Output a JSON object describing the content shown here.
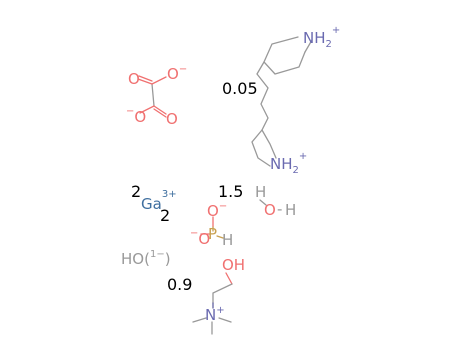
{
  "colors": {
    "oxygen": "#f07070",
    "nitrogen": "#6a6ab0",
    "phosphorus": "#c8a050",
    "hydrogen": "#999999",
    "gallium": "#3f6f9f",
    "bond": "#999999"
  },
  "labels": {
    "nh2_top": "NH",
    "nh2_top_sub": "2",
    "nh2_top_charge": "+",
    "nh2_bottom": "NH",
    "nh2_bottom_sub": "2",
    "nh2_bottom_charge": "+",
    "ox_o_top_right": "O",
    "ox_o_top_right_charge": "−",
    "ox_o_top_left": "O",
    "ox_o_bottom_left": "O",
    "ox_o_bottom_left_charge": "−",
    "ox_o_bottom_right": "O",
    "ga": "Ga",
    "ga_charge": "3+",
    "water_h_left": "H",
    "water_o": "O",
    "water_dash": "-",
    "water_h_right": "H",
    "phos_o_top": "O",
    "phos_o_top_charge": "−",
    "phos_o_left": "O",
    "phos_o_left_charge": "−",
    "phos_p": "P",
    "phos_h": "H",
    "hydroxide": "HO(",
    "hydroxide_charge": "1−",
    "hydroxide_close": ")",
    "choline_oh": "OH",
    "choline_n": "N",
    "choline_n_charge": "+"
  },
  "coefficients": {
    "bipiperidinium": "0.05",
    "ga_top": "2",
    "ga_bottom": "2",
    "water": "1.5",
    "choline": "0.9"
  }
}
